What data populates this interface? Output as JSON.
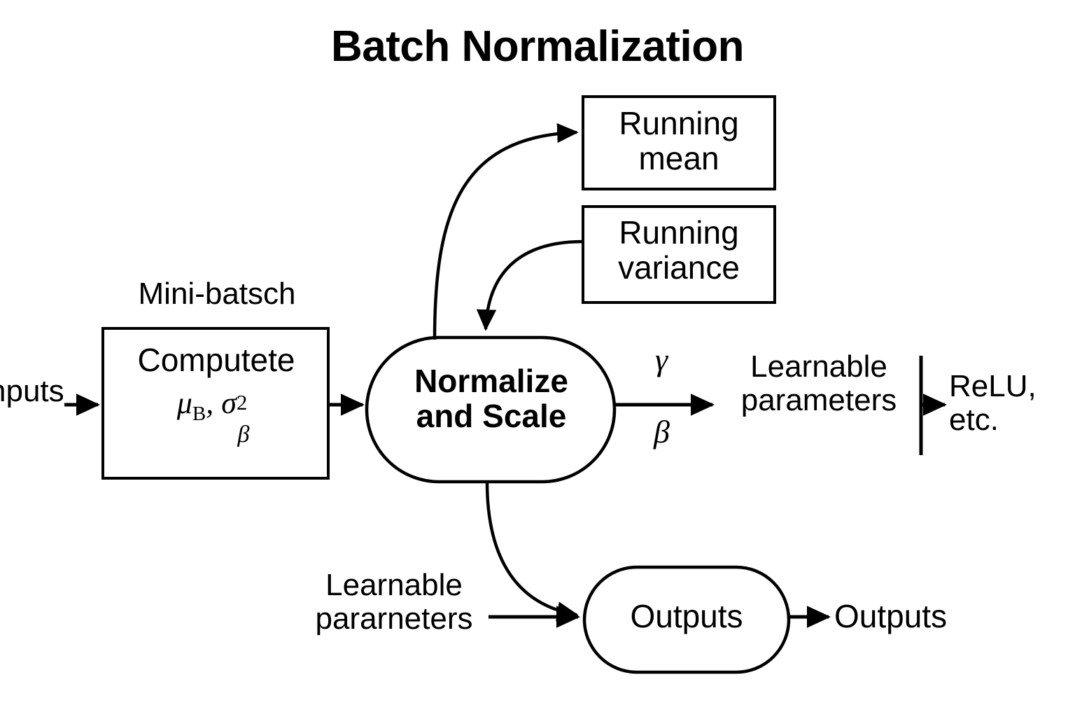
{
  "title": "Batch Normalization",
  "nodes": {
    "minibatch_label": "Mini-batsch",
    "inputs_label": "nputs",
    "compute_box": {
      "line1": "Computete",
      "formula_mu": "μ",
      "formula_mu_sub": "B",
      "formula_comma": ", ",
      "formula_sigma": "σ",
      "formula_sigma_sup": "2",
      "formula_sigma_sub": "β"
    },
    "normalize_node": "Normalize\nand Scale",
    "running_mean": "Running\nmean",
    "running_variance": "Running\nvariance",
    "outputs_node": "Outputs",
    "outputs_final": "Outputs"
  },
  "annotations": {
    "gamma": "γ",
    "beta": "β",
    "learnable_right": "Learnable\nparameters",
    "learnable_bottom": "Learnable\npararneters",
    "relu": "ReLU,\netc."
  },
  "colors": {
    "stroke": "#000000",
    "background": "#ffffff",
    "text": "#000000"
  },
  "style": {
    "stroke_width": 4
  }
}
